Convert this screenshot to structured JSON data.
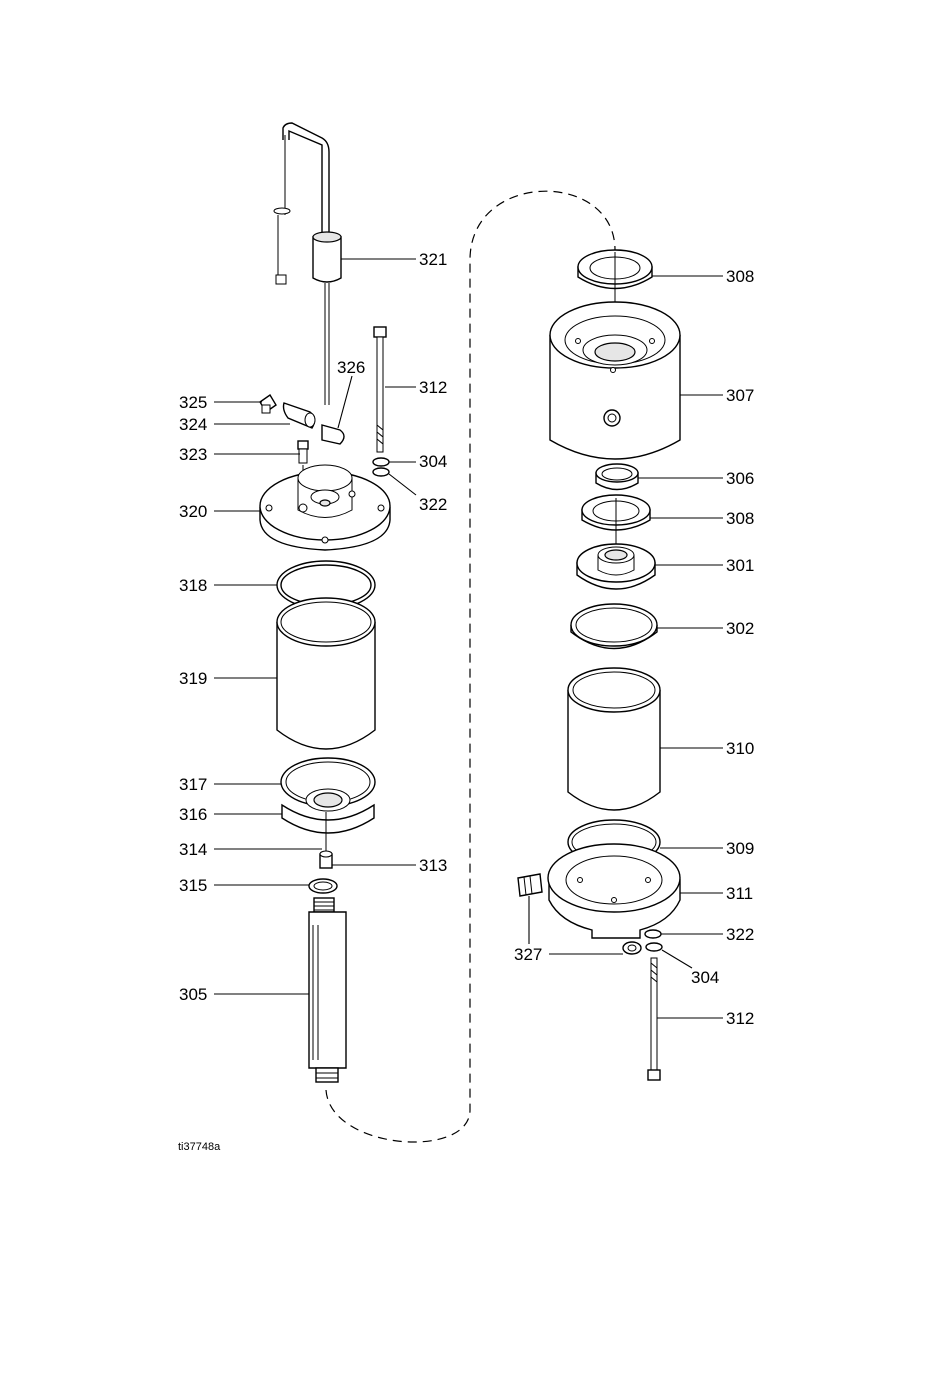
{
  "labels": {
    "p301": "301",
    "p302": "302",
    "p304a": "304",
    "p304b": "304",
    "p305": "305",
    "p306": "306",
    "p307": "307",
    "p308a": "308",
    "p308b": "308",
    "p309": "309",
    "p310": "310",
    "p311": "311",
    "p312a": "312",
    "p312b": "312",
    "p313": "313",
    "p314": "314",
    "p315": "315",
    "p316": "316",
    "p317": "317",
    "p318": "318",
    "p319": "319",
    "p320": "320",
    "p321": "321",
    "p322a": "322",
    "p322b": "322",
    "p323": "323",
    "p324": "324",
    "p325": "325",
    "p326": "326",
    "p327": "327"
  },
  "figure_id": "ti37748a"
}
